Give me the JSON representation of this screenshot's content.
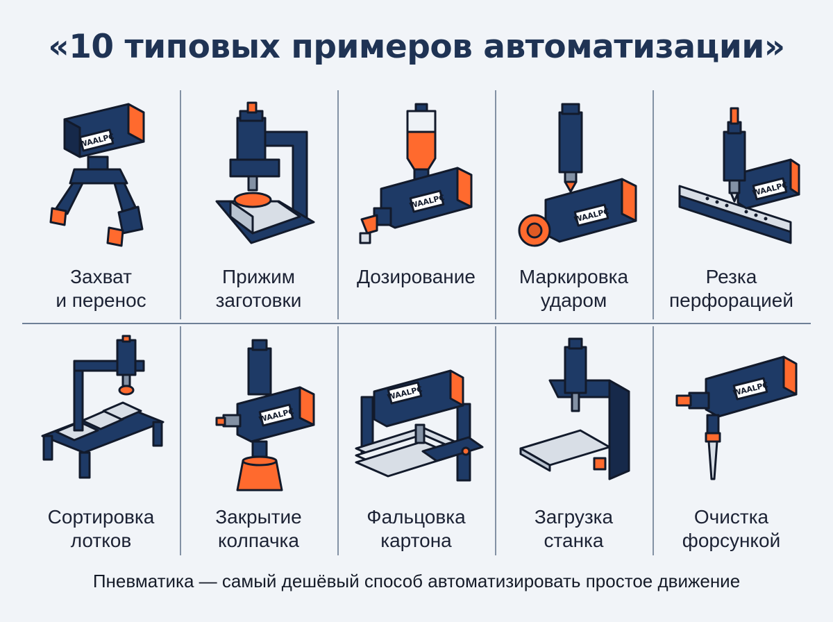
{
  "title": "«10 типовых примеров автоматизации»",
  "brand": "WAALPC",
  "colors": {
    "navy": "#1e3a66",
    "orange": "#ff6a2e",
    "outline": "#121a2b",
    "plate": "#d8dee6"
  },
  "items": [
    {
      "line1": "Захват",
      "line2": "и перенос",
      "icon": "gripper-icon"
    },
    {
      "line1": "Прижим",
      "line2": "заготовки",
      "icon": "press-clamp-icon"
    },
    {
      "line1": "",
      "line2": "Дозирование",
      "icon": "dosing-icon"
    },
    {
      "line1": "Маркировка",
      "line2": "ударом",
      "icon": "impact-marking-icon"
    },
    {
      "line1": "Резка",
      "line2": "перфорацией",
      "icon": "perforation-cutting-icon"
    },
    {
      "line1": "Сортировка",
      "line2": "лотков",
      "icon": "tray-sorting-icon"
    },
    {
      "line1": "Закрытие",
      "line2": "колпачка",
      "icon": "cap-closing-icon"
    },
    {
      "line1": "Фальцовка",
      "line2": "картона",
      "icon": "cardboard-folding-icon"
    },
    {
      "line1": "Загрузка",
      "line2": "станка",
      "icon": "machine-loading-icon"
    },
    {
      "line1": "Очистка",
      "line2": "форсункой",
      "icon": "nozzle-cleaning-icon"
    }
  ],
  "footer": "Пневматика — самый дешёвый способ автоматизировать простое движение"
}
